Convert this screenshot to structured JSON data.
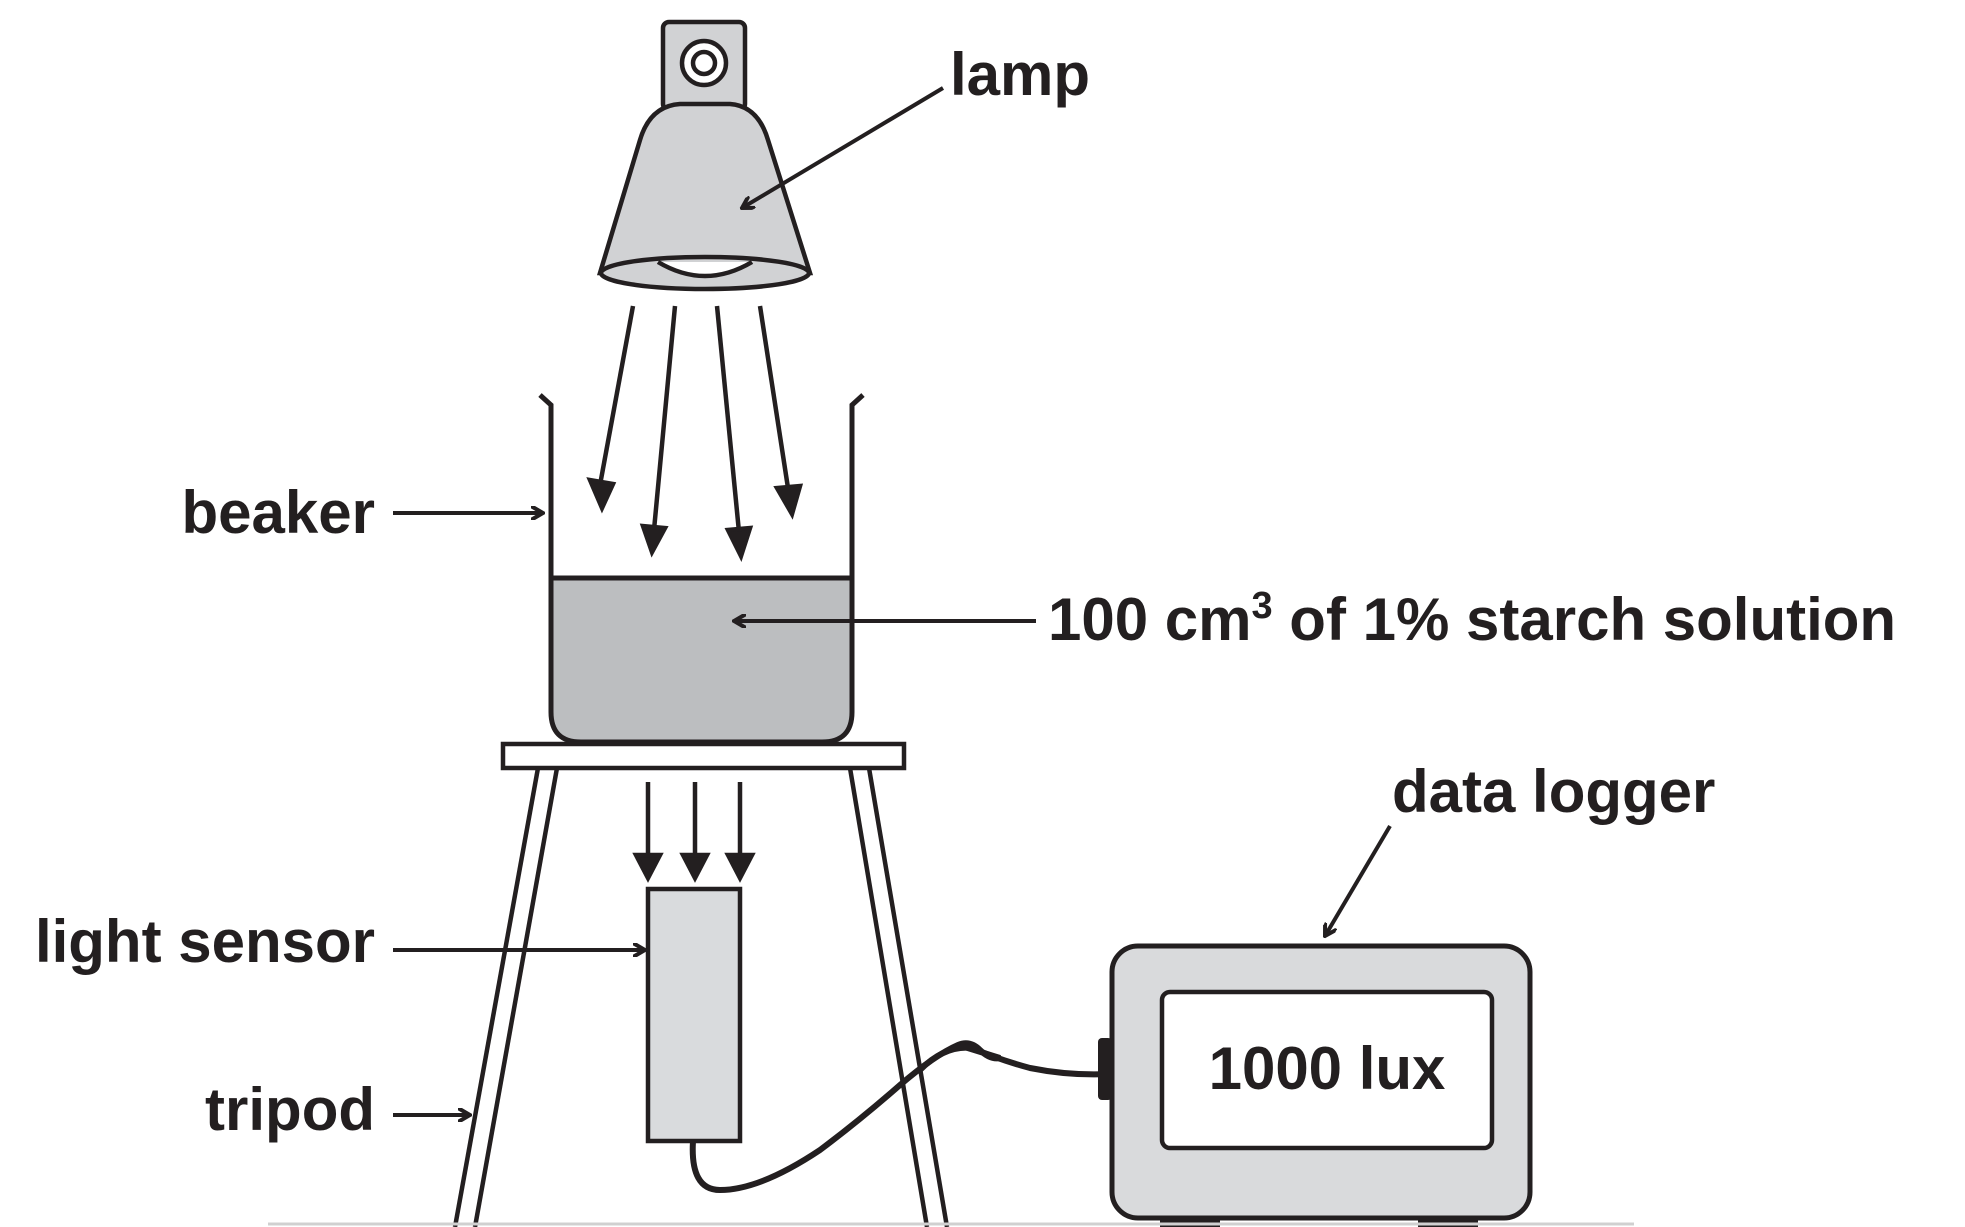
{
  "labels": {
    "lamp": "lamp",
    "beaker": "beaker",
    "solution_prefix": "100 cm",
    "solution_superscript": "3",
    "solution_suffix": " of 1% starch solution",
    "data_logger": "data logger",
    "light_sensor": "light sensor",
    "tripod": "tripod"
  },
  "data_logger_display": "1000 lux",
  "colors": {
    "outline": "#231f20",
    "lamp_fill": "#d1d2d4",
    "solution_fill": "#bcbec0",
    "sensor_fill": "#d9dbdd",
    "logger_fill": "#d9dadc",
    "screen_fill": "#ffffff"
  }
}
